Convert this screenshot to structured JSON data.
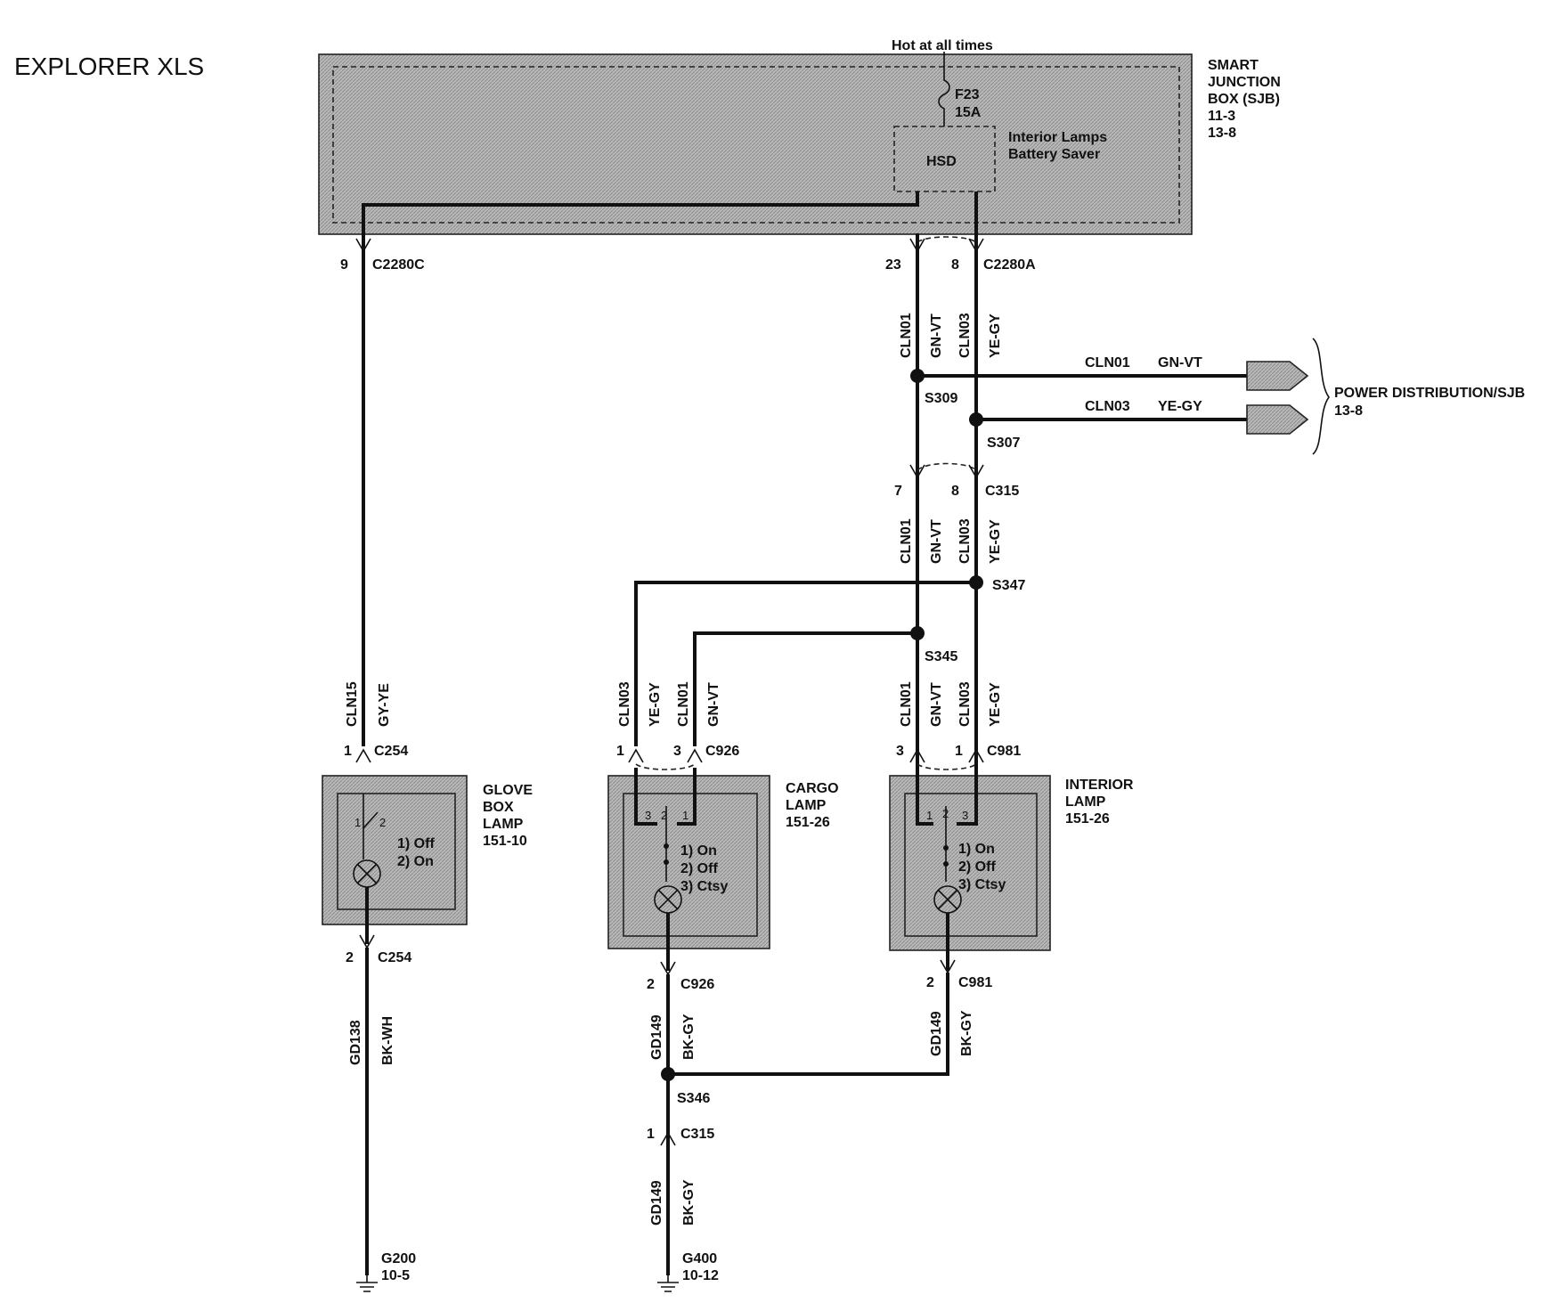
{
  "page": {
    "title": "EXPLORER XLS"
  },
  "sjb": {
    "label_lines": [
      "SMART",
      "JUNCTION",
      "BOX (SJB)",
      "11-3",
      "13-8"
    ],
    "hot_at_all_times": "Hot at all times",
    "fuse_id": "F23",
    "fuse_rating": "15A",
    "hsd": "HSD",
    "battery_saver_lines": [
      "Interior Lamps",
      "Battery Saver"
    ]
  },
  "connectors": {
    "c2280c": {
      "name": "C2280C",
      "pin": "9"
    },
    "c2280a": {
      "name": "C2280A",
      "pin_a": "23",
      "pin_b": "8"
    },
    "c315_top": {
      "name": "C315",
      "pin_a": "7",
      "pin_b": "8"
    },
    "c254_top": {
      "name": "C254",
      "pin": "1"
    },
    "c254_bottom": {
      "name": "C254",
      "pin": "2"
    },
    "c926_top": {
      "name": "C926",
      "pin_a": "1",
      "pin_b": "3"
    },
    "c926_bottom": {
      "name": "C926",
      "pin": "2"
    },
    "c981_top": {
      "name": "C981",
      "pin_a": "3",
      "pin_b": "1"
    },
    "c981_bottom": {
      "name": "C981",
      "pin": "2"
    },
    "c315_bottom": {
      "name": "C315",
      "pin": "1"
    }
  },
  "splices": {
    "s309": "S309",
    "s307": "S307",
    "s347": "S347",
    "s345": "S345",
    "s346": "S346"
  },
  "wires": {
    "cln01": "CLN01",
    "cln03": "CLN03",
    "cln15": "CLN15",
    "gn_vt": "GN-VT",
    "ye_gy": "YE-GY",
    "gy_ye": "GY-YE",
    "gd138": "GD138",
    "gd149": "GD149",
    "bk_wh": "BK-WH",
    "bk_gy": "BK-GY"
  },
  "power_distribution": {
    "lines": [
      "POWER DISTRIBUTION/SJB",
      "13-8"
    ]
  },
  "glove_box_lamp": {
    "label_lines": [
      "GLOVE",
      "BOX",
      "LAMP",
      "151-10"
    ],
    "switch_states": [
      "1) Off",
      "2) On"
    ],
    "switch_pins": [
      "1",
      "2"
    ]
  },
  "cargo_lamp": {
    "label_lines": [
      "CARGO",
      "LAMP",
      "151-26"
    ],
    "switch_states": [
      "1) On",
      "2) Off",
      "3) Ctsy"
    ],
    "switch_pins": [
      "3",
      "2",
      "1"
    ]
  },
  "interior_lamp": {
    "label_lines": [
      "INTERIOR",
      "LAMP",
      "151-26"
    ],
    "switch_states": [
      "1) On",
      "2) Off",
      "3) Ctsy"
    ],
    "switch_pins": [
      "1",
      "2",
      "3"
    ]
  },
  "grounds": {
    "g200": {
      "name": "G200",
      "ref": "10-5"
    },
    "g400": {
      "name": "G400",
      "ref": "10-12"
    }
  }
}
